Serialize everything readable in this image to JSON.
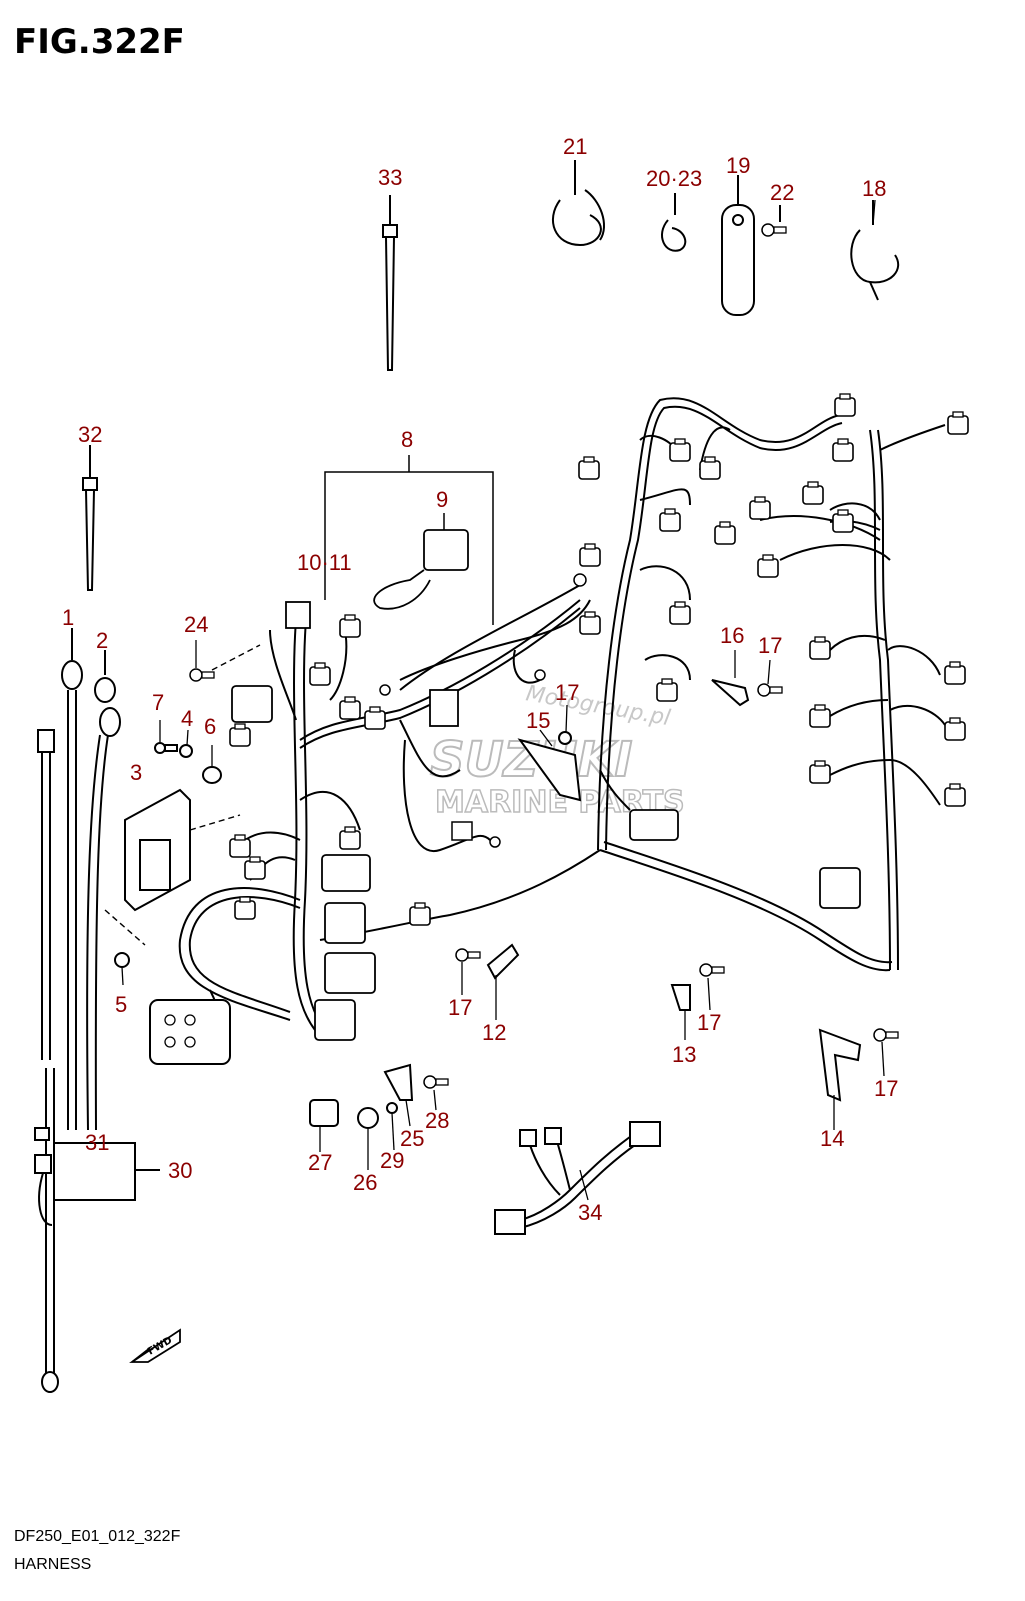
{
  "figure": {
    "title": "FIG.322F",
    "code": "DF250_E01_012_322F",
    "name": "HARNESS"
  },
  "watermark": {
    "line1": "Motogroup.pl",
    "line2": "SUZUKI",
    "line3": "MARINE PARTS"
  },
  "fwd_label": "FWD",
  "callouts": {
    "c1": "1",
    "c2": "2",
    "c3": "3",
    "c4": "4",
    "c5": "5",
    "c6": "6",
    "c7": "7",
    "c8": "8",
    "c9": "9",
    "c10_11": "10·11",
    "c12": "12",
    "c13": "13",
    "c14": "14",
    "c15": "15",
    "c16": "16",
    "c17a": "17",
    "c17b": "17",
    "c17c": "17",
    "c17d": "17",
    "c17e": "17",
    "c18": "18",
    "c19": "19",
    "c20_23": "20·23",
    "c21": "21",
    "c22": "22",
    "c24": "24",
    "c25": "25",
    "c26": "26",
    "c27": "27",
    "c28": "28",
    "c29": "29",
    "c30": "30",
    "c31": "31",
    "c32": "32",
    "c33": "33",
    "c34": "34"
  },
  "colors": {
    "callout": "#8b0000",
    "line": "#000000",
    "watermark": "#c8c8c8"
  }
}
